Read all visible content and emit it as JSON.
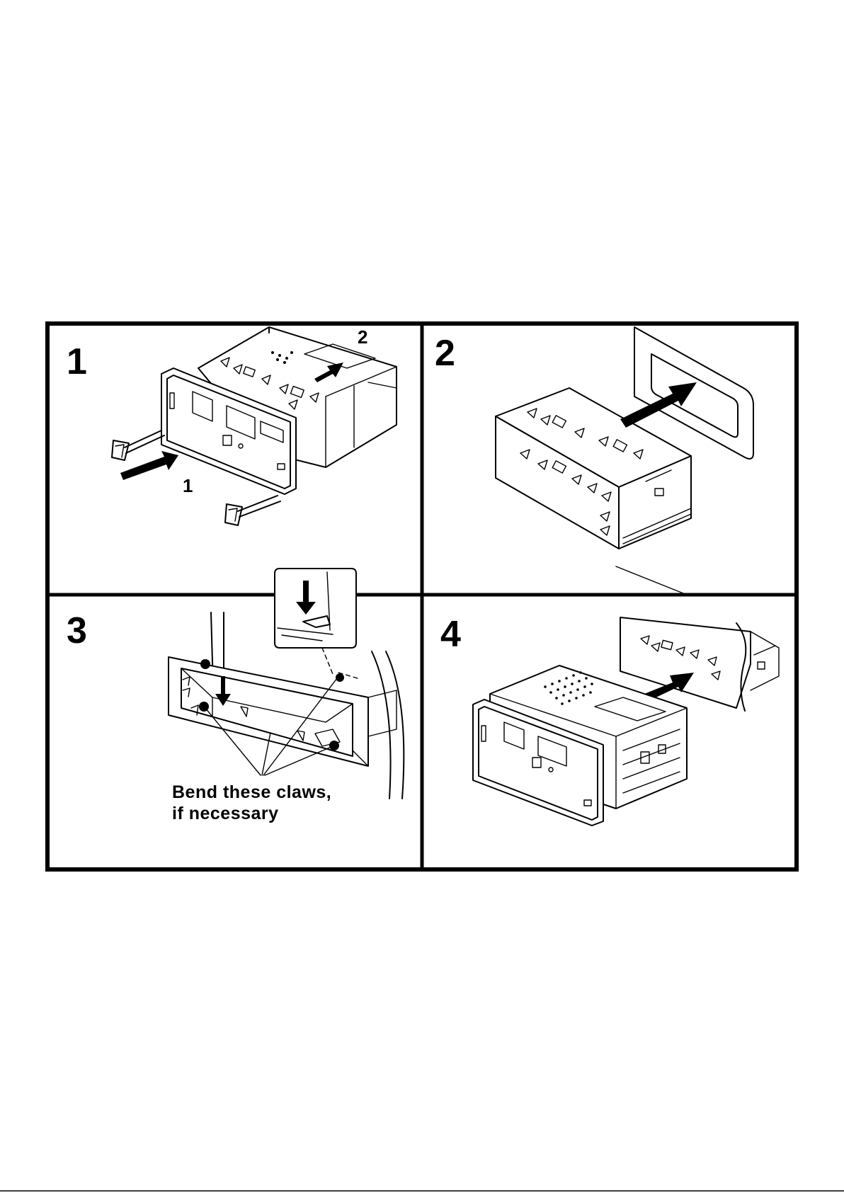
{
  "steps": [
    {
      "number": "1",
      "sub_labels": [
        "1",
        "2"
      ]
    },
    {
      "number": "2"
    },
    {
      "number": "3",
      "caption_lines": [
        "Bend  these claws,",
        "if  necessary"
      ]
    },
    {
      "number": "4"
    }
  ]
}
